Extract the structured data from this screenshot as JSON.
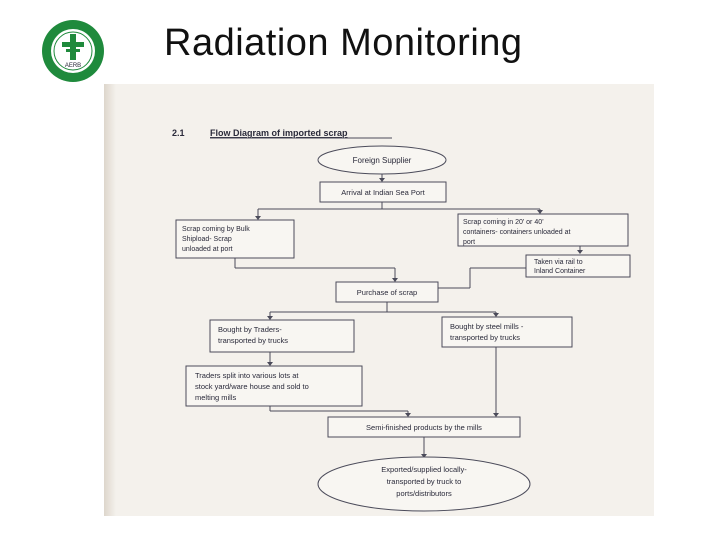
{
  "slide": {
    "title": "Radiation Monitoring",
    "logo_text": "AERB"
  },
  "diagram": {
    "section_number": "2.1",
    "heading": "Flow Diagram of imported scrap",
    "nodes": {
      "foreign_supplier": "Foreign Supplier",
      "arrival_port": "Arrival at Indian Sea Port",
      "bulk_line1": "Scrap coming by Bulk",
      "bulk_line2": "Shipload- Scrap",
      "bulk_line3": "unloaded at port",
      "container_line1": "Scrap   coming   in   20’   or   40’",
      "container_line2": "containers-  containers  unloaded  at",
      "container_line3": "port",
      "rail_line1": "Taken via rail to",
      "rail_line2": "Inland Container",
      "purchase": "Purchase of scrap",
      "traders_line1": "Bought by Traders-",
      "traders_line2": "transported by trucks",
      "mills_line1": "Bought by steel mills -",
      "mills_line2": "transported by trucks",
      "split_line1": "Traders split into various lots at",
      "split_line2": "stock yard/ware house and sold to",
      "split_line3": "melting mills",
      "semi_finished": "Semi-finished products by the mills",
      "exported_line1": "Exported/supplied locally-",
      "exported_line2": "transported by truck to",
      "exported_line3": "ports/distributors"
    }
  },
  "colors": {
    "scan_background": "#f4f1ec",
    "logo_green": "#1f8a3c"
  }
}
